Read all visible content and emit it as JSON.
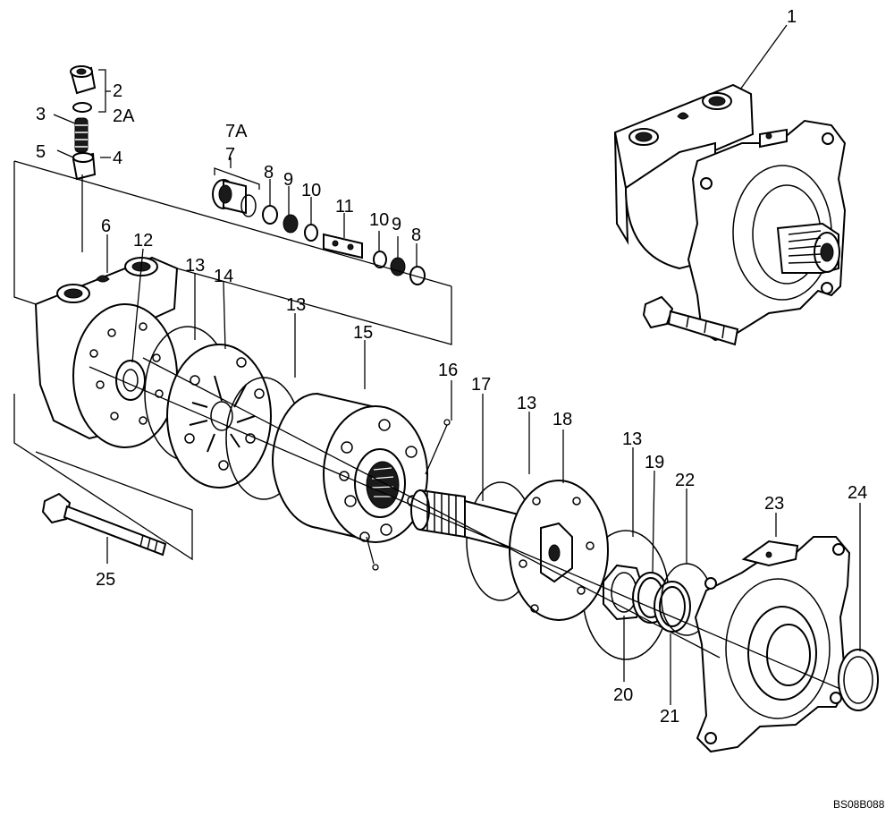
{
  "labels": {
    "l1": "1",
    "l2": "2",
    "l2a": "2A",
    "l3": "3",
    "l4": "4",
    "l5": "5",
    "l6": "6",
    "l7": "7",
    "l7a": "7A",
    "l8a": "8",
    "l8b": "8",
    "l9a": "9",
    "l9b": "9",
    "l10a": "10",
    "l10b": "10",
    "l11": "11",
    "l12": "12",
    "l13a": "13",
    "l13b": "13",
    "l13c": "13",
    "l13d": "13",
    "l14": "14",
    "l15": "15",
    "l16": "16",
    "l17": "17",
    "l18": "18",
    "l19": "19",
    "l20": "20",
    "l21": "21",
    "l22": "22",
    "l23": "23",
    "l24": "24",
    "l25": "25"
  },
  "drawing_code": "BS08B088"
}
